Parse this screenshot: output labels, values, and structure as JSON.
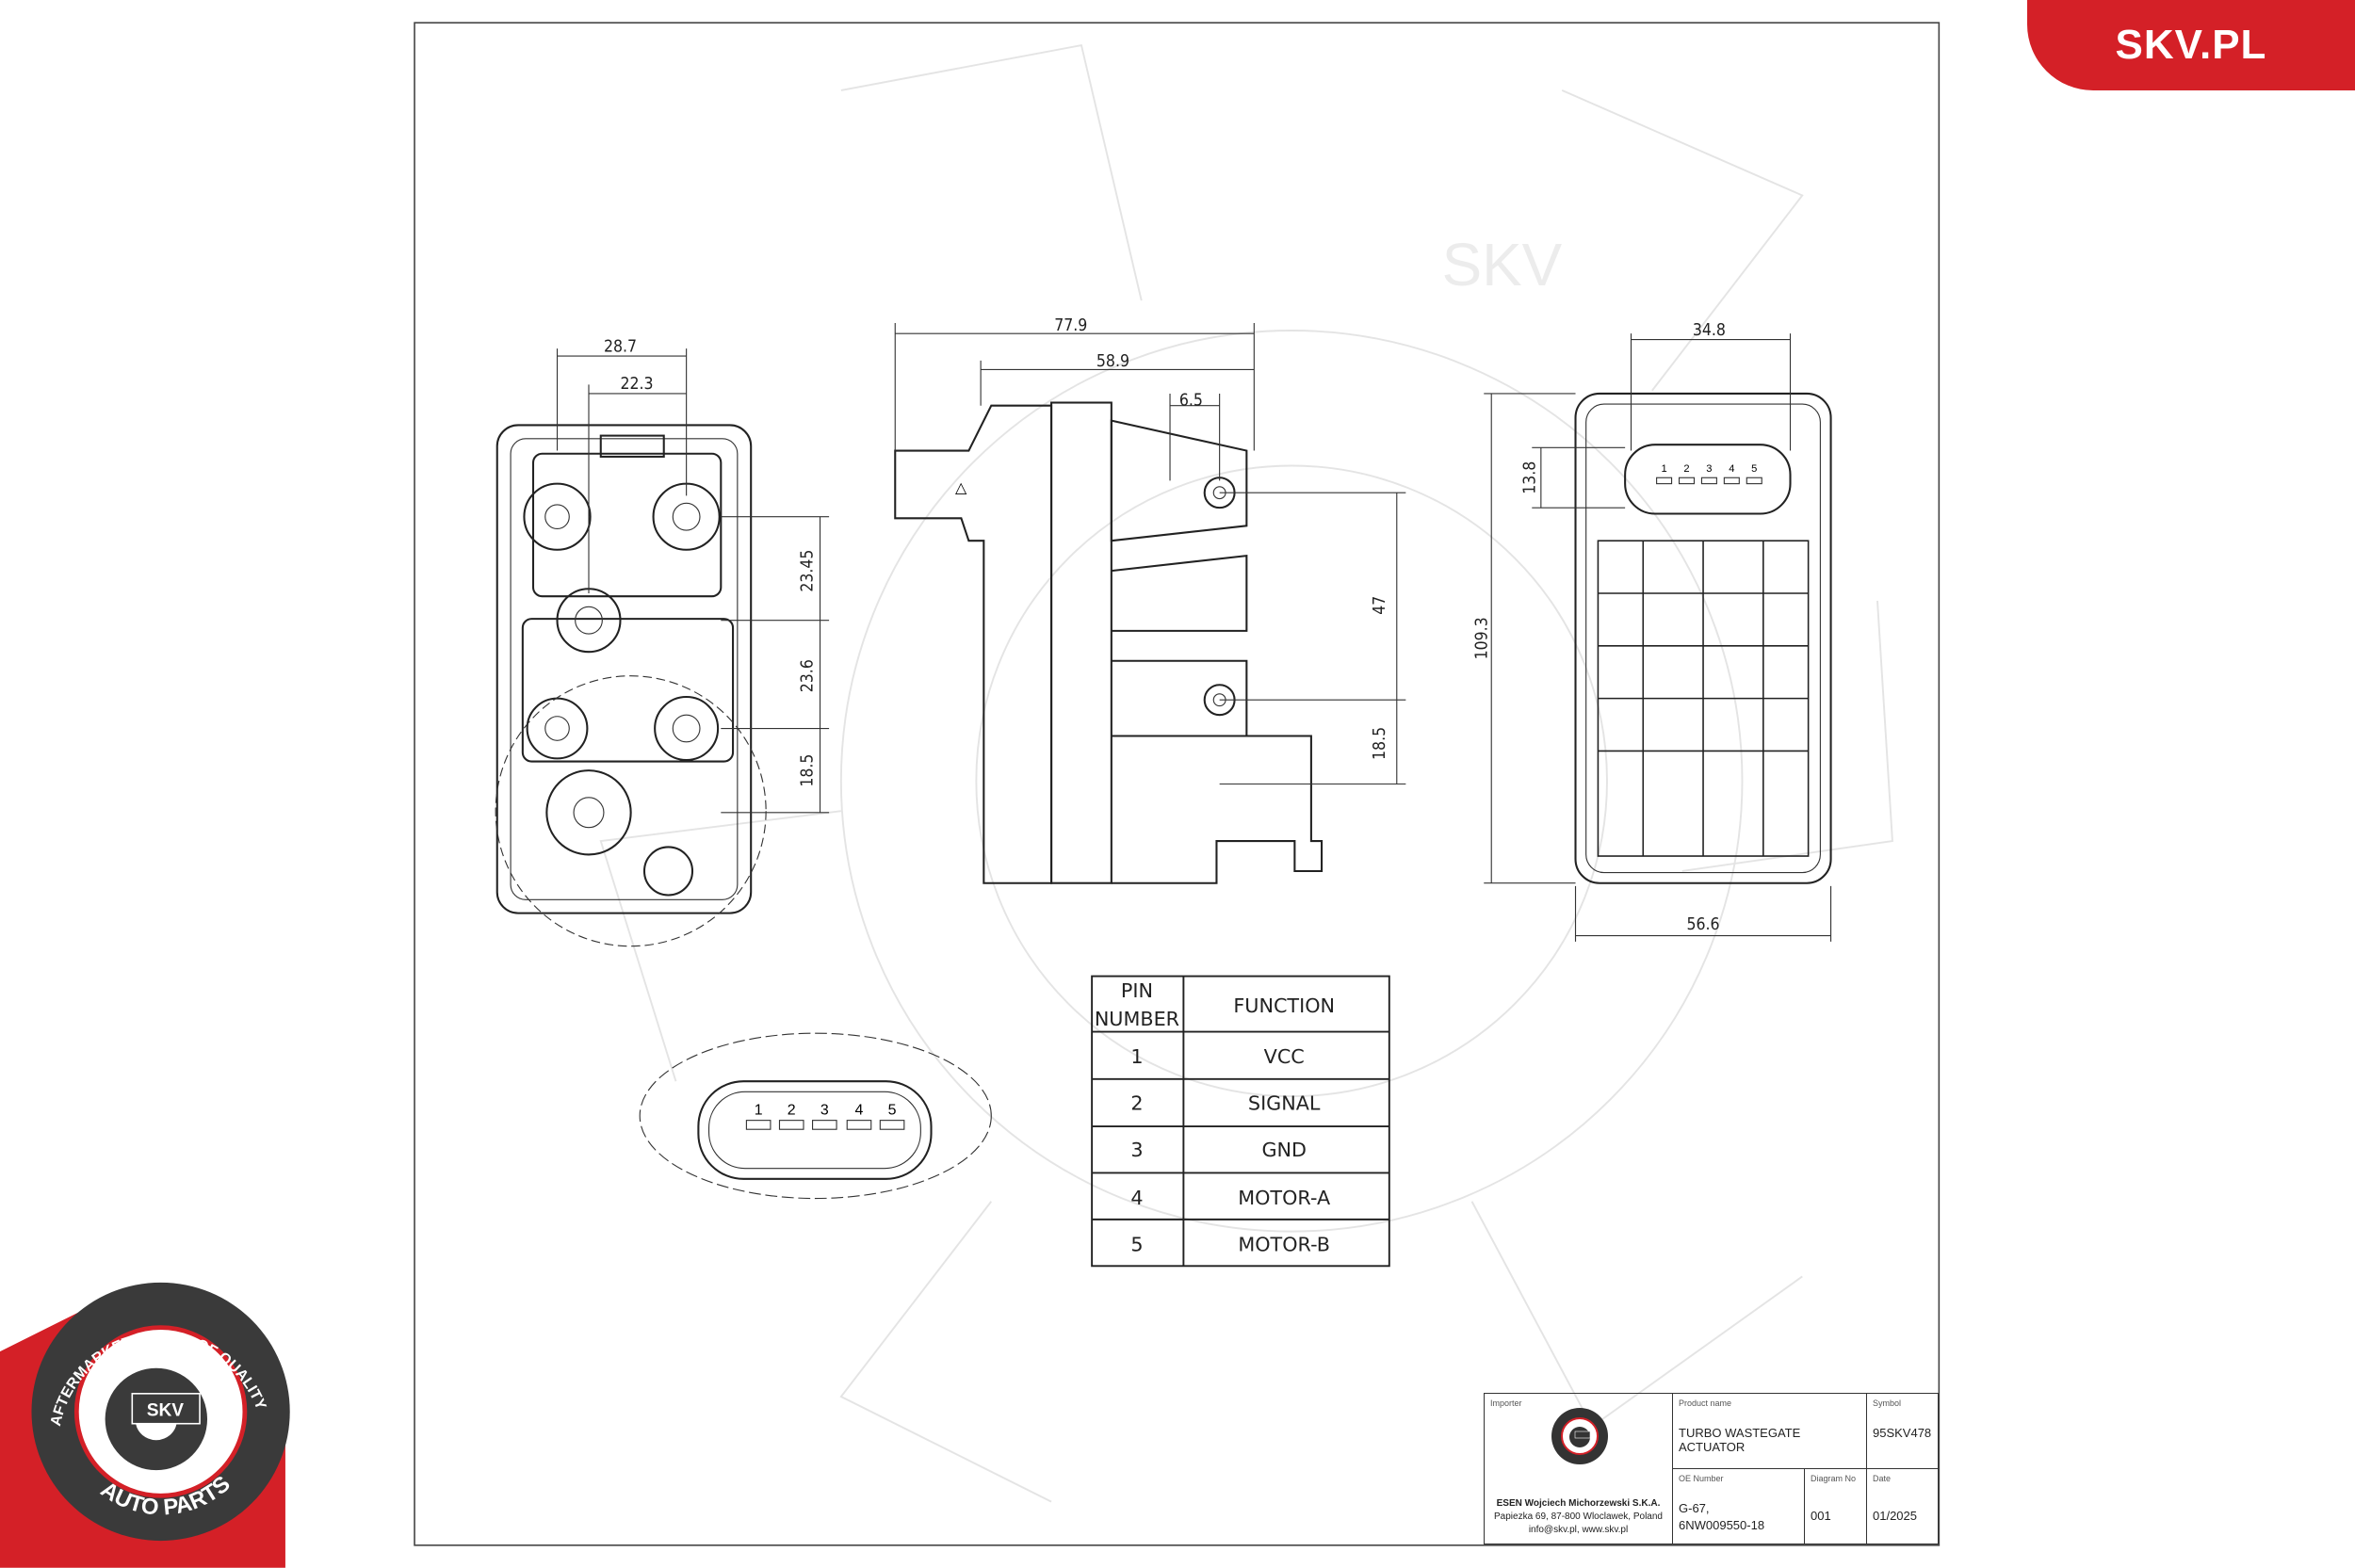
{
  "brand_badge": "SKV.PL",
  "logo": {
    "ring_text_top": "AFTERMARKET PRICE · OF QUALITY",
    "center": "SKV",
    "ring_text_bottom": "AUTO PARTS",
    "color": "#d42027"
  },
  "watermark": "SKV",
  "views": {
    "left": {
      "dims": [
        "28.7",
        "22.3",
        "23.45",
        "23.6",
        "18.5"
      ]
    },
    "side": {
      "dims": [
        "77.9",
        "58.9",
        "6.5",
        "47",
        "18.5"
      ]
    },
    "right": {
      "dims": [
        "34.8",
        "109.3",
        "13.8",
        "56.6"
      ],
      "pins": [
        "1",
        "2",
        "3",
        "4",
        "5"
      ]
    },
    "connector": {
      "pins": [
        "1",
        "2",
        "3",
        "4",
        "5"
      ]
    }
  },
  "pin_table": {
    "header_pin": [
      "PIN",
      "NUMBER"
    ],
    "header_function": "FUNCTION",
    "rows": [
      {
        "pin": "1",
        "function": "VCC"
      },
      {
        "pin": "2",
        "function": "SIGNAL"
      },
      {
        "pin": "3",
        "function": "GND"
      },
      {
        "pin": "4",
        "function": "MOTOR-A"
      },
      {
        "pin": "5",
        "function": "MOTOR-B"
      }
    ]
  },
  "title_block": {
    "importer_label": "Importer",
    "importer_name": "ESEN Wojciech Michorzewski S.K.A.",
    "importer_address": "Papiezka 69, 87-800 Wloclawek, Poland",
    "importer_contact": "info@skv.pl, www.skv.pl",
    "product_name_label": "Product name",
    "product_name": "TURBO WASTEGATE ACTUATOR",
    "symbol_label": "Symbol",
    "symbol": "95SKV478",
    "oe_label": "OE Number",
    "oe_line1": "G-67,",
    "oe_line2": "6NW009550-18",
    "diagram_label": "Diagram No",
    "diagram_no": "001",
    "date_label": "Date",
    "date": "01/2025"
  }
}
